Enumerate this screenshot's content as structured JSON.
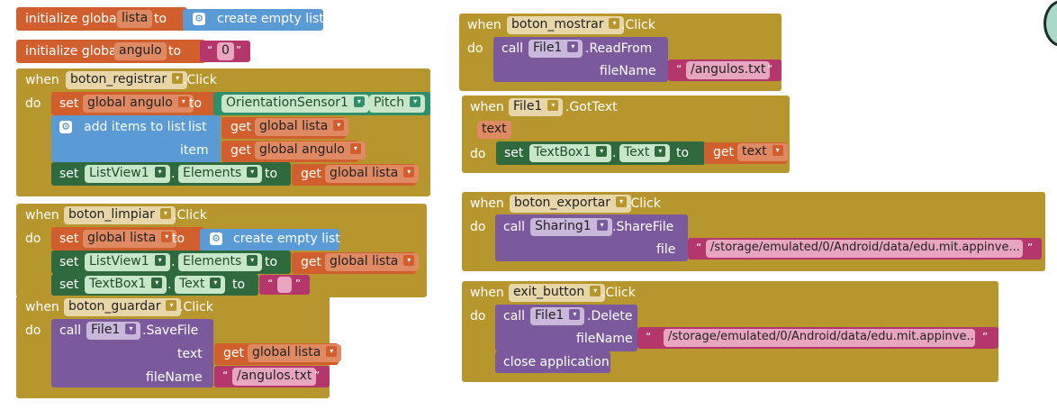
{
  "init_lista": {
    "prefix": "initialize global",
    "name": "lista",
    "to": "to",
    "value": "create empty list"
  },
  "init_angulo": {
    "prefix": "initialize global",
    "name": "angulo",
    "to": "to",
    "value": "0"
  },
  "registrar": {
    "when": "when",
    "component": "boton_registrar",
    "event": ".Click",
    "do": "do",
    "set1": {
      "set": "set",
      "var": "global angulo",
      "to": "to",
      "sensor": "OrientationSensor1",
      "dot": ".",
      "prop": "Pitch"
    },
    "add": {
      "label": "add items to list",
      "list_lbl": "list",
      "item_lbl": "item",
      "get": "get",
      "list_var": "global lista",
      "item_var": "global angulo"
    },
    "set2": {
      "set": "set",
      "comp": "ListView1",
      "dot": ".",
      "prop": "Elements",
      "to": "to",
      "get": "get",
      "var": "global lista"
    }
  },
  "limpiar": {
    "when": "when",
    "component": "boton_limpiar",
    "event": ".Click",
    "do": "do",
    "set1": {
      "set": "set",
      "var": "global lista",
      "to": "to",
      "value": "create empty list"
    },
    "set2": {
      "set": "set",
      "comp": "ListView1",
      "dot": ".",
      "prop": "Elements",
      "to": "to",
      "get": "get",
      "var": "global lista"
    },
    "set3": {
      "set": "set",
      "comp": "TextBox1",
      "dot": ".",
      "prop": "Text",
      "to": "to"
    }
  },
  "guardar": {
    "when": "when",
    "component": "boton_guardar",
    "event": ".Click",
    "do": "do",
    "call": "call",
    "comp": "File1",
    "method": ".SaveFile",
    "text_lbl": "text",
    "get": "get",
    "var": "global lista",
    "filename_lbl": "fileName",
    "filename": "/angulos.txt"
  },
  "mostrar": {
    "when": "when",
    "component": "boton_mostrar",
    "event": ".Click",
    "do": "do",
    "call": "call",
    "comp": "File1",
    "method": ".ReadFrom",
    "filename_lbl": "fileName",
    "filename": "/angulos.txt"
  },
  "gottext": {
    "when": "when",
    "component": "File1",
    "event": ".GotText",
    "param": "text",
    "do": "do",
    "set": "set",
    "comp": "TextBox1",
    "dot": ".",
    "prop": "Text",
    "to": "to",
    "get": "get",
    "var": "text"
  },
  "exportar": {
    "when": "when",
    "component": "boton_exportar",
    "event": ".Click",
    "do": "do",
    "call": "call",
    "comp": "Sharing1",
    "method": ".ShareFile",
    "file_lbl": "file",
    "path": "/storage/emulated/0/Android/data/edu.mit.appinve..."
  },
  "exit": {
    "when": "when",
    "component": "exit_button",
    "event": ".Click",
    "do": "do",
    "call": "call",
    "comp": "File1",
    "method": ".Delete",
    "filename_lbl": "fileName",
    "path": "/storage/emulated/0/Android/data/edu.mit.appinve...",
    "close": "close application"
  },
  "quote": "“",
  "quote_close": "”",
  "dropdown": "▾",
  "dot": "."
}
